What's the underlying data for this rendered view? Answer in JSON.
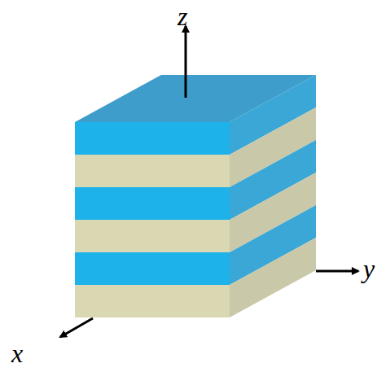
{
  "diagram": {
    "labels": [
      "z",
      "y",
      "x"
    ]
  }
}
